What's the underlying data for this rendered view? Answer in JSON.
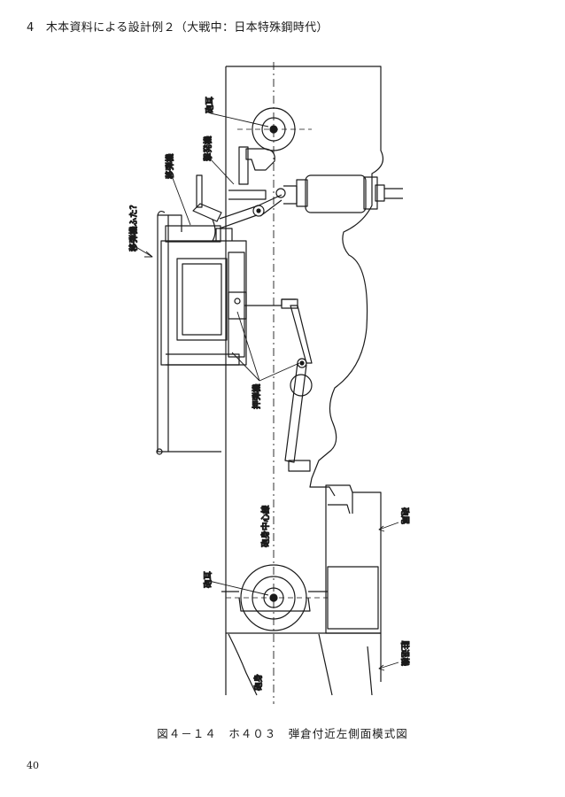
{
  "header": {
    "section_title": "4　木本資料による設計例２（大戦中：日本特殊鋼時代）"
  },
  "diagram": {
    "labels": {
      "trunnion_top": "砲耳",
      "trunnion_bottom": "砲耳",
      "firing_mechanism": "撃発機",
      "feed_mechanism": "移弾機",
      "feed_cover": "移弾機ふた？",
      "rammer": "押弾機",
      "bore_centerline": "砲身中心線",
      "breech": "砲尾",
      "recoil_mechanism": "駐退機",
      "barrel": "砲身"
    }
  },
  "caption": "図４－１４　ホ４０３　弾倉付近左側面模式図",
  "page_number": "40"
}
